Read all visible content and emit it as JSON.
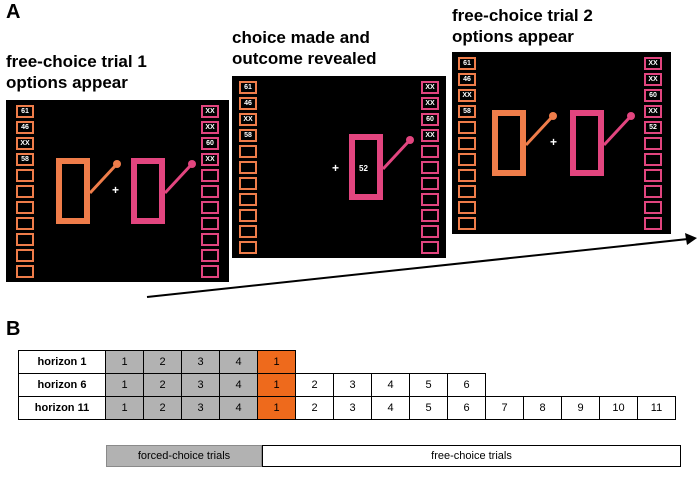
{
  "panel_a": {
    "label": "A",
    "screens": [
      {
        "caption": [
          "free-choice trial 1",
          "options appear"
        ],
        "left_column": [
          "61",
          "46",
          "XX",
          "58",
          "",
          "",
          "",
          "",
          "",
          "",
          ""
        ],
        "right_column": [
          "XX",
          "XX",
          "60",
          "XX",
          "",
          "",
          "",
          "",
          "",
          "",
          ""
        ],
        "cross": "+"
      },
      {
        "caption": [
          "choice made and",
          "outcome revealed"
        ],
        "left_column": [
          "61",
          "46",
          "XX",
          "58",
          "",
          "",
          "",
          "",
          "",
          "",
          ""
        ],
        "right_column": [
          "XX",
          "XX",
          "60",
          "XX",
          "",
          "",
          "",
          "",
          "",
          "",
          ""
        ],
        "cross": "+",
        "outcome": "52"
      },
      {
        "caption": [
          "free-choice trial 2",
          "options appear"
        ],
        "left_column": [
          "61",
          "46",
          "XX",
          "58",
          "",
          "",
          "",
          "",
          "",
          "",
          ""
        ],
        "right_column": [
          "XX",
          "XX",
          "60",
          "XX",
          "52",
          "",
          "",
          "",
          "",
          "",
          ""
        ],
        "cross": "+"
      }
    ],
    "colors": {
      "left_option": "#ef7d4a",
      "right_option": "#e2457f",
      "screen_bg": "#000000"
    }
  },
  "panel_b": {
    "label": "B",
    "rows": [
      {
        "label": "horizon 1",
        "forced": [
          "1",
          "2",
          "3",
          "4"
        ],
        "free": [
          "1"
        ]
      },
      {
        "label": "horizon 6",
        "forced": [
          "1",
          "2",
          "3",
          "4"
        ],
        "free": [
          "1",
          "2",
          "3",
          "4",
          "5",
          "6"
        ]
      },
      {
        "label": "horizon 11",
        "forced": [
          "1",
          "2",
          "3",
          "4"
        ],
        "free": [
          "1",
          "2",
          "3",
          "4",
          "5",
          "6",
          "7",
          "8",
          "9",
          "10",
          "11"
        ]
      }
    ],
    "footer_forced": "forced-choice trials",
    "footer_free": "free-choice trials",
    "colors": {
      "forced": "#b2b2b2",
      "first_free": "#ee6a1c"
    }
  }
}
